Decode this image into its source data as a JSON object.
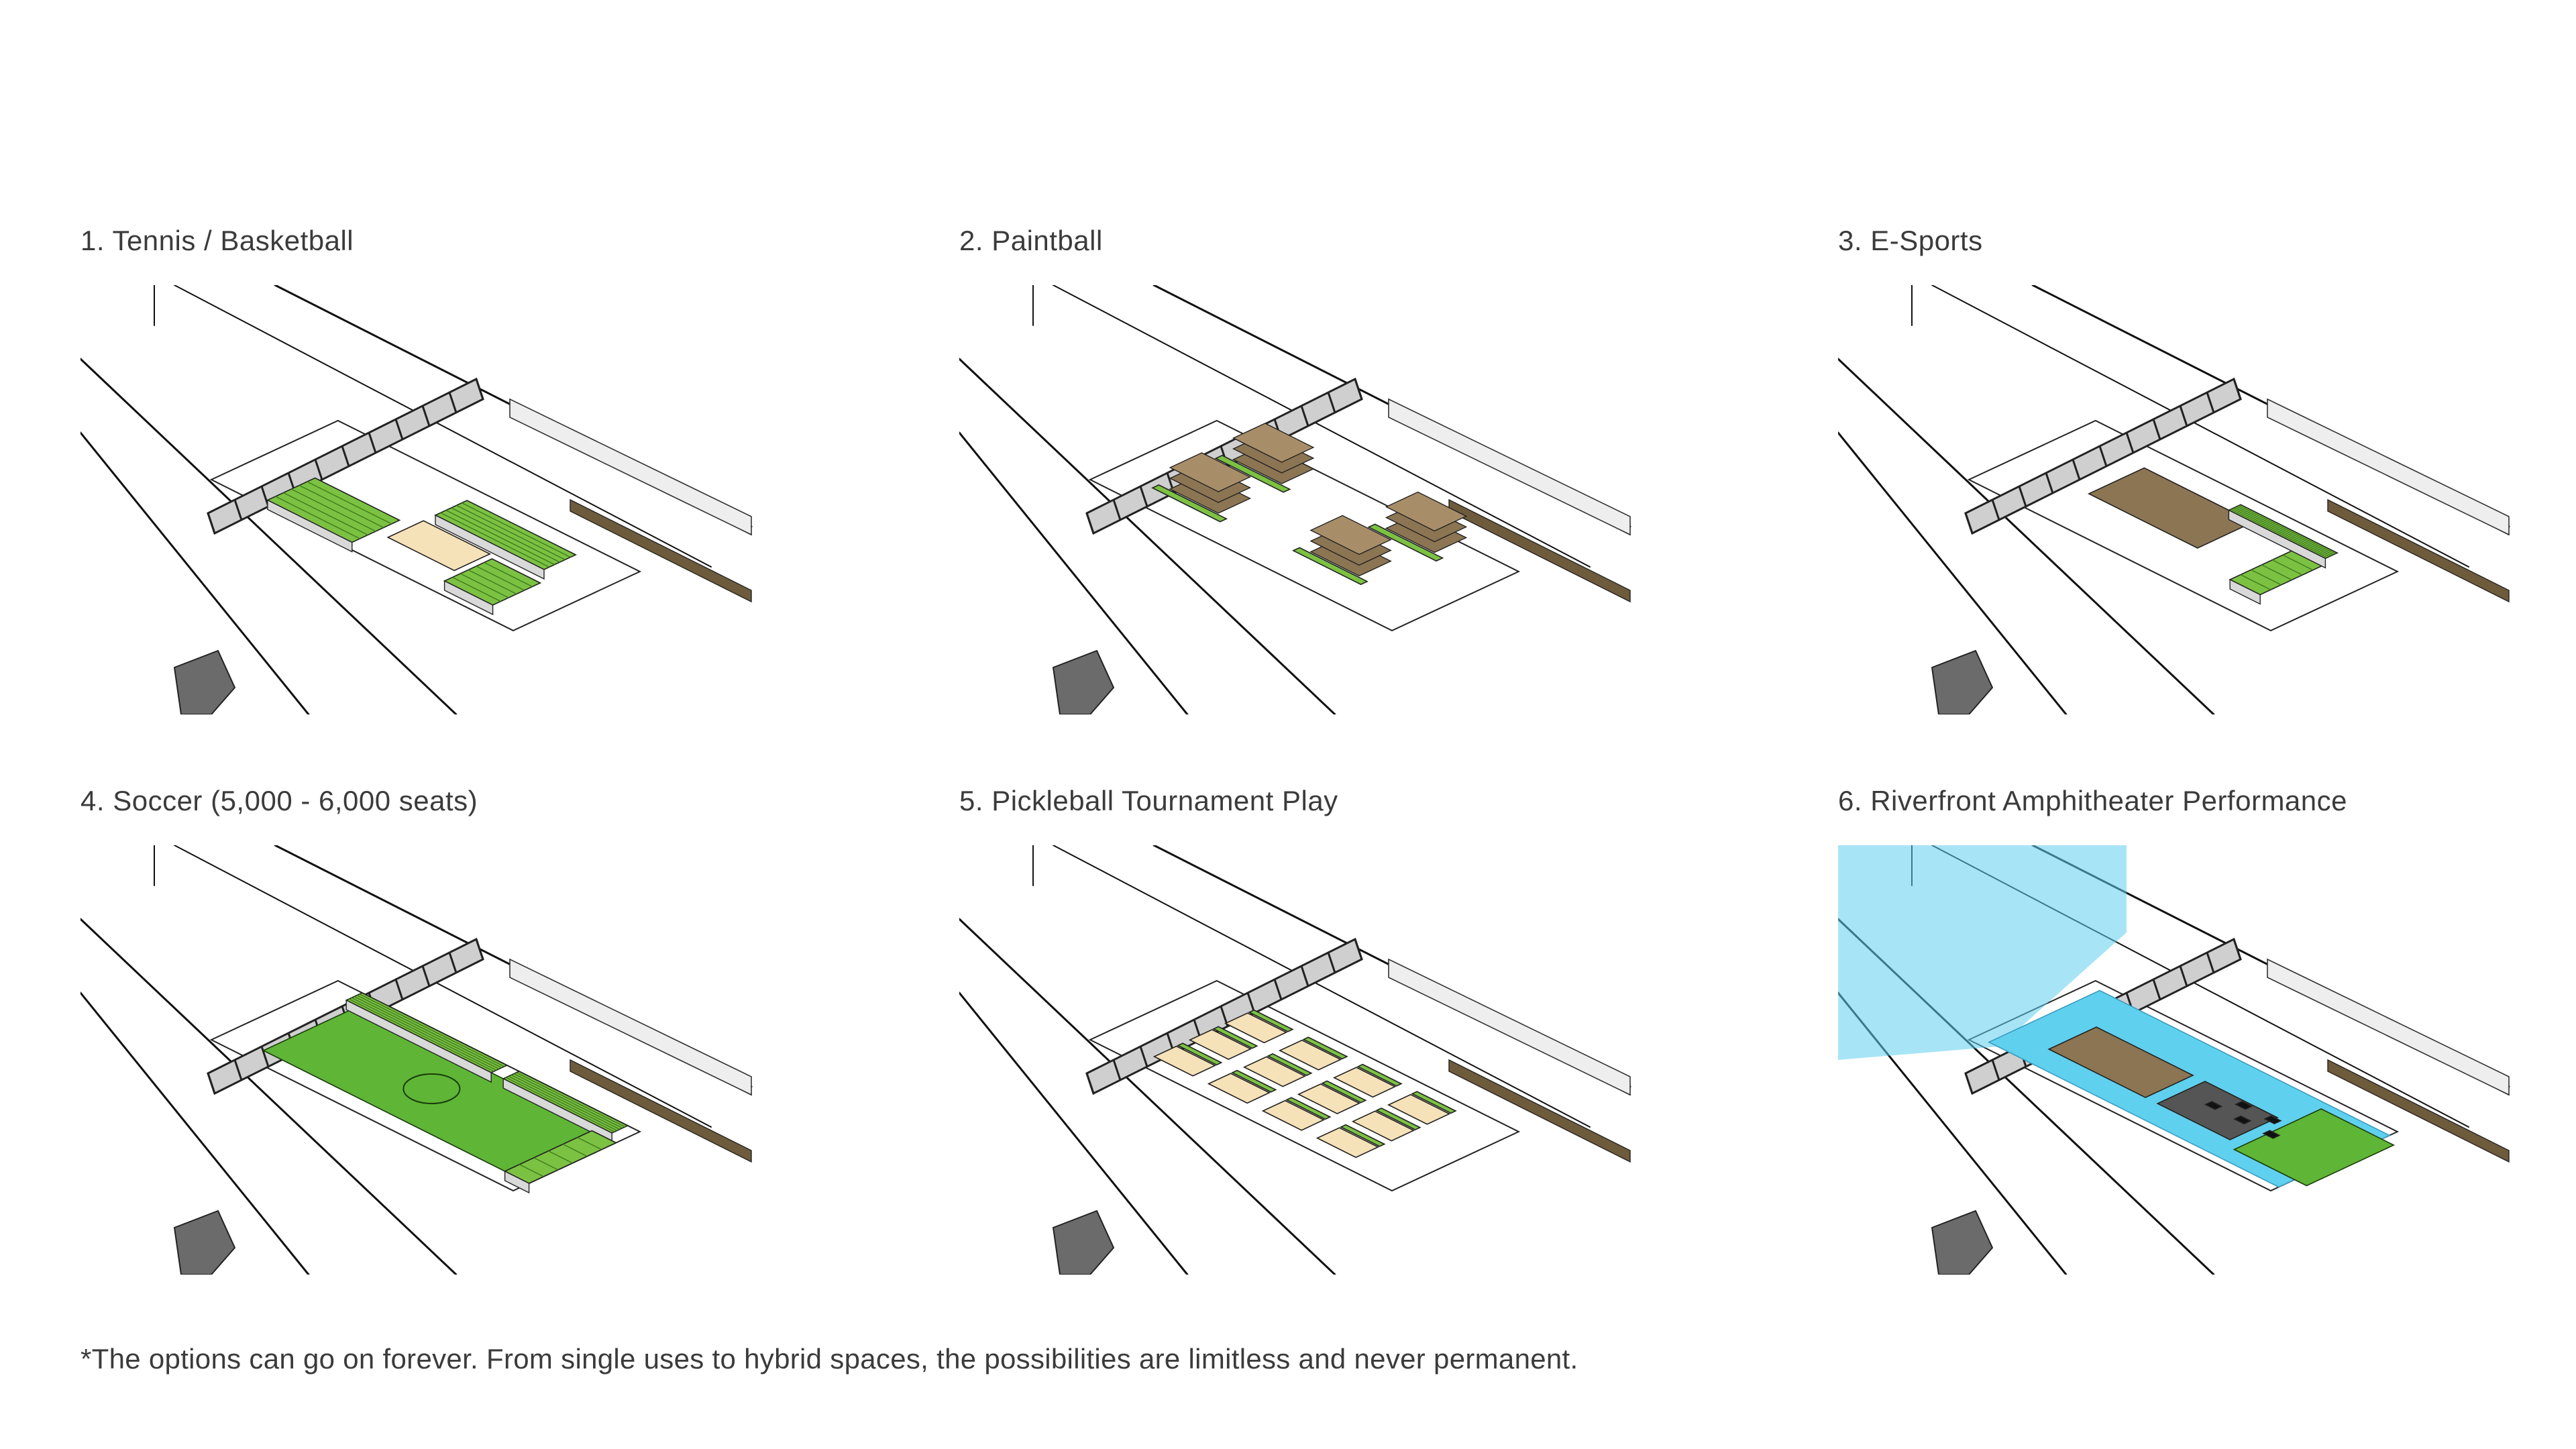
{
  "panels": [
    {
      "label": "1. Tennis / Basketball",
      "layout": "arena-seating-with-court"
    },
    {
      "label": "2. Paintball",
      "layout": "stacked-bunker-clusters"
    },
    {
      "label": "3. E-Sports",
      "layout": "platform-with-seating"
    },
    {
      "label": "4. Soccer (5,000 - 6,000 seats)",
      "layout": "soccer-pitch-with-stands"
    },
    {
      "label": "5. Pickleball Tournament Play",
      "layout": "court-grid"
    },
    {
      "label": "6. Riverfront Amphitheater Performance",
      "layout": "amphitheater-with-water"
    }
  ],
  "footnote": "*The options can go on forever. From single uses to hybrid spaces, the possibilities are limitless and never permanent.",
  "colors": {
    "text": "#3b3b3b",
    "linework": "#111111",
    "seating_green": "#7cc242",
    "pitch_green": "#5fb535",
    "court_tan": "#f6e2b8",
    "bunker_brown": "#8c7553",
    "water_blue": "#5fd0ee",
    "bridge_grey": "#8d8d8d"
  }
}
